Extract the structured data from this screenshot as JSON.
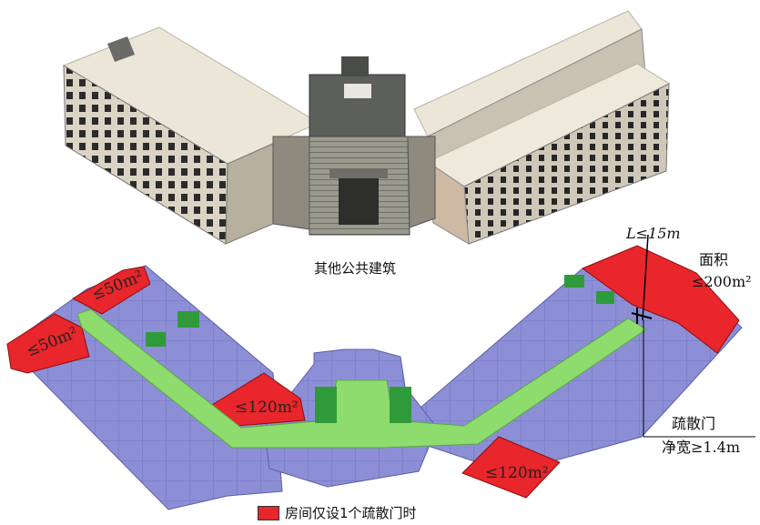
{
  "caption": "其他公共建筑",
  "labels": {
    "room_left_top": "≤50m²",
    "room_left_end": "≤50m²",
    "room_center": "≤120m²",
    "room_right_bottom": "≤120m²",
    "distance_limit": "L≤15m",
    "area_title": "面积",
    "area_value": "≤200m²",
    "door_title": "疏散门",
    "door_width": "净宽≥1.4m"
  },
  "legend": {
    "text": "房间仅设1个疏散门时",
    "swatch_color": "#e8262b"
  },
  "colors": {
    "corridor": "#8fdc6e",
    "rooms": "#8c8fd6",
    "single_door_rooms": "#e8262b",
    "stairs": "#2f9a3a"
  }
}
